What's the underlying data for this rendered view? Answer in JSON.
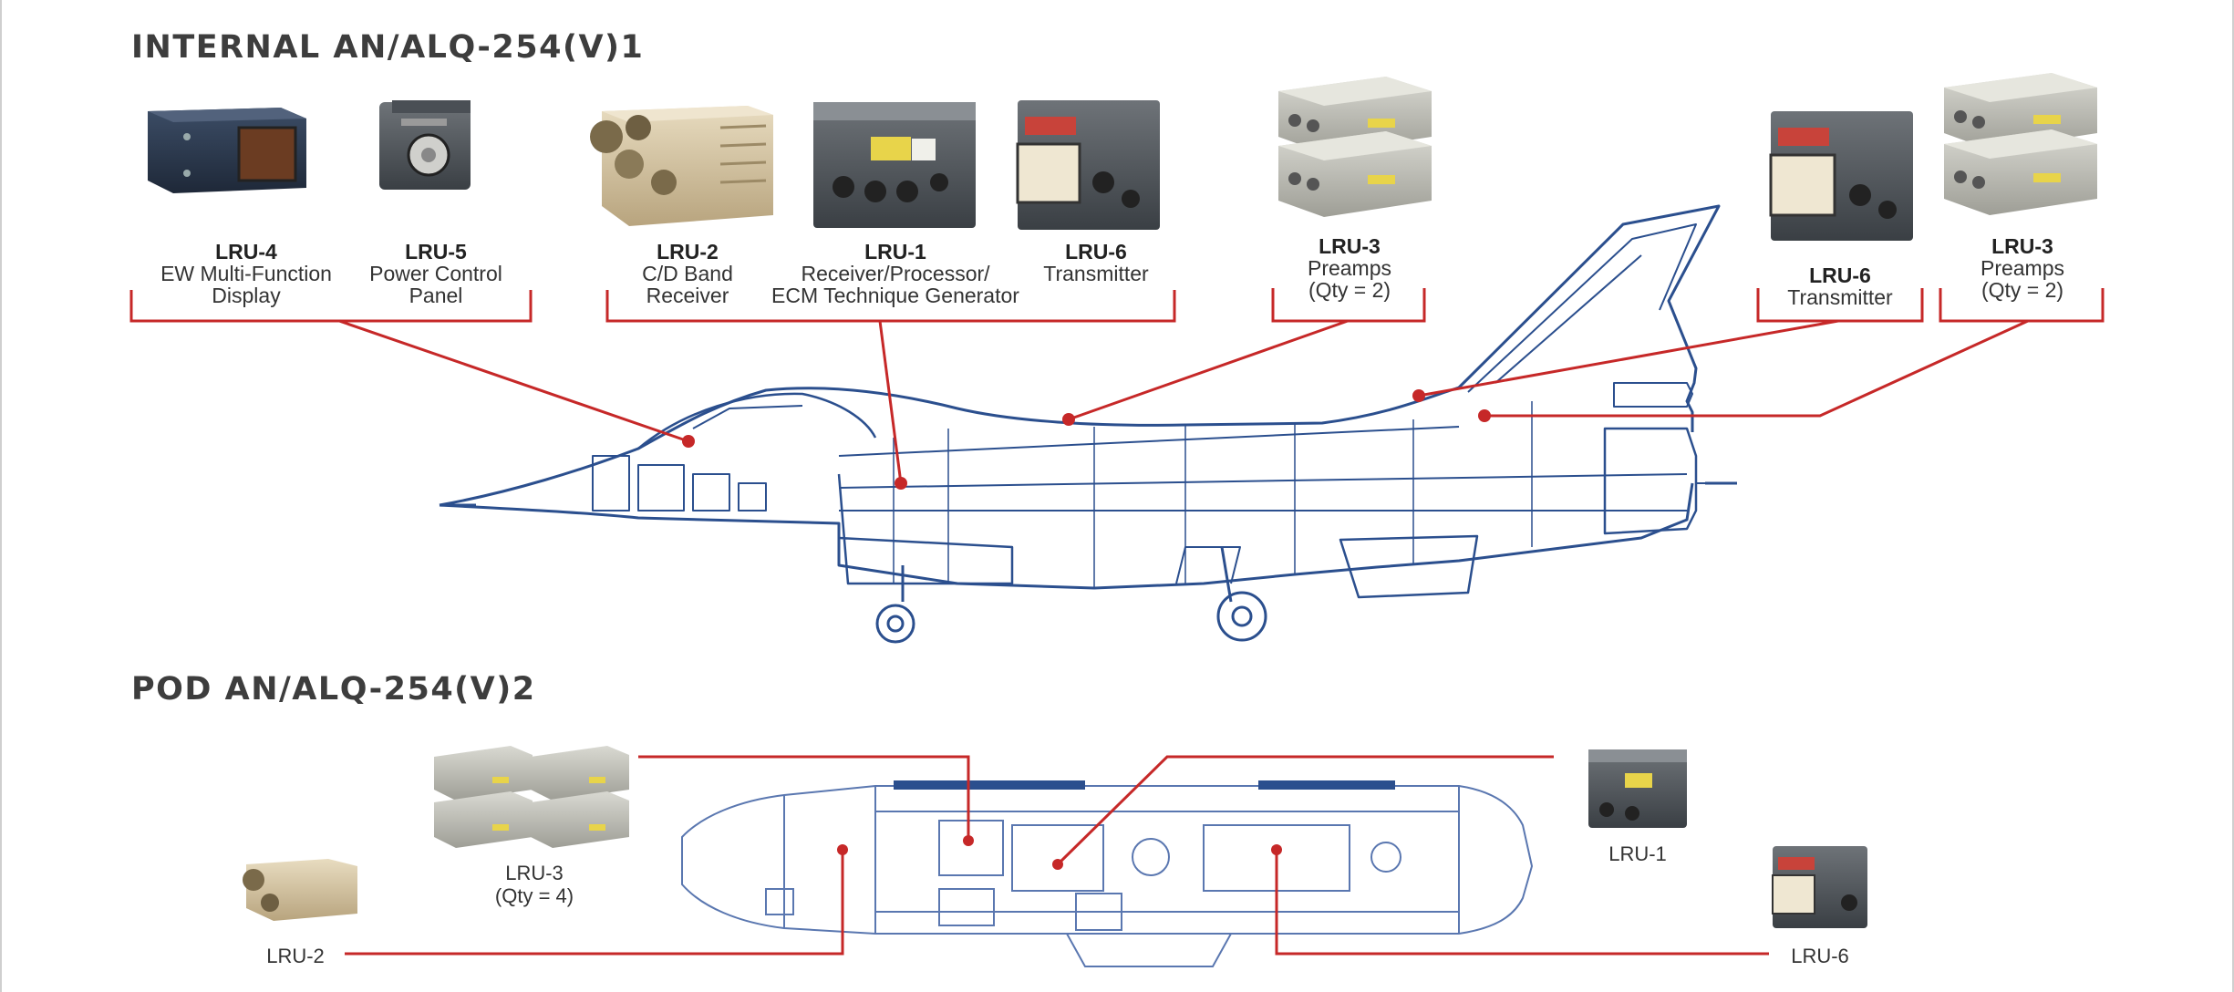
{
  "sections": {
    "internal_title": "INTERNAL AN/ALQ-254(V)1",
    "pod_title": "POD AN/ALQ-254(V)2"
  },
  "internal_labels": [
    {
      "id": "LRU-4",
      "desc": [
        "EW Multi-Function",
        "Display"
      ]
    },
    {
      "id": "LRU-5",
      "desc": [
        "Power Control",
        "Panel"
      ]
    },
    {
      "id": "LRU-2",
      "desc": [
        "C/D Band",
        "Receiver"
      ]
    },
    {
      "id": "LRU-1",
      "desc": [
        "Receiver/Processor/",
        "ECM Technique Generator"
      ]
    },
    {
      "id": "LRU-6",
      "desc": [
        "Transmitter"
      ]
    },
    {
      "id": "LRU-3",
      "desc": [
        "Preamps",
        "(Qty = 2)"
      ]
    },
    {
      "id": "LRU-6",
      "desc": [
        "Transmitter"
      ]
    },
    {
      "id": "LRU-3",
      "desc": [
        "Preamps",
        "(Qty = 2)"
      ]
    }
  ],
  "pod_labels": [
    {
      "lines": [
        "LRU-2"
      ]
    },
    {
      "lines": [
        "LRU-3",
        "(Qty = 4)"
      ]
    },
    {
      "lines": [
        "LRU-1"
      ]
    },
    {
      "lines": [
        "LRU-6"
      ]
    }
  ],
  "colors": {
    "callout_red": "#c62828",
    "aircraft_blue": "#2b4f8e",
    "pod_blue": "#5a77b0",
    "title_gray": "#3d3d3d"
  }
}
